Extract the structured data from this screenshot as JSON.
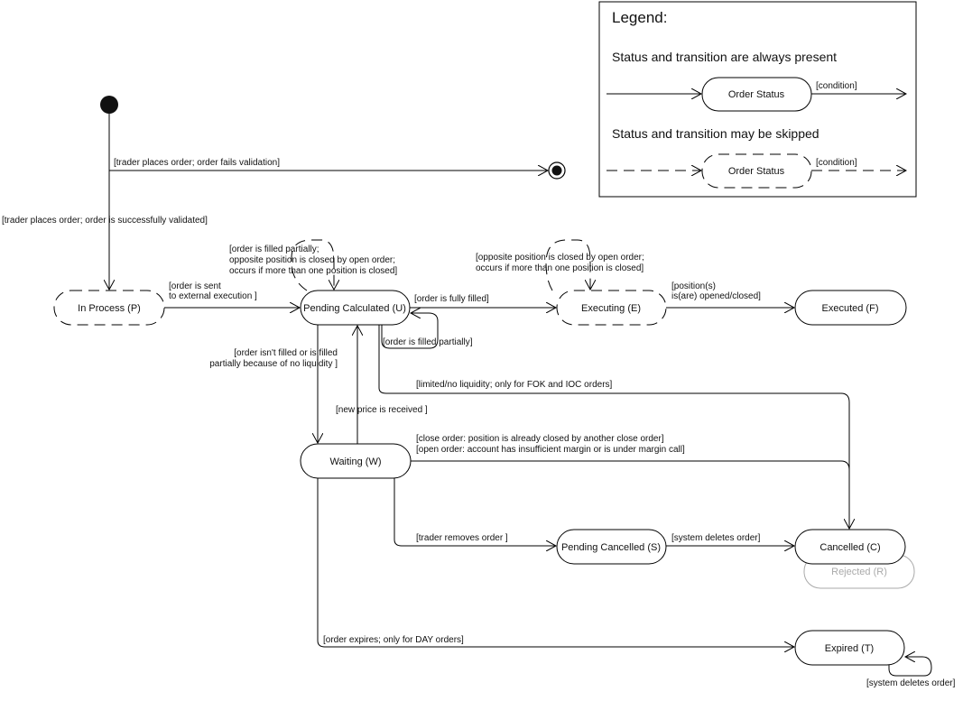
{
  "legend": {
    "title": "Legend:",
    "always_present": "Status and transition are always present",
    "may_be_skipped": "Status and transition may be skipped",
    "order_status": "Order Status",
    "condition": "[condition]"
  },
  "states": {
    "in_process": "In Process (P)",
    "pending_calculated": "Pending Calculated (U)",
    "executing": "Executing (E)",
    "executed": "Executed (F)",
    "waiting": "Waiting (W)",
    "pending_cancelled": "Pending Cancelled (S)",
    "cancelled": "Cancelled (C)",
    "rejected": "Rejected (R)",
    "expired": "Expired  (T)"
  },
  "transitions": {
    "fails_validation": "[trader places order; order fails validation]",
    "validated": "[trader places order; order is successfully validated]",
    "sent_external_1": "[order is sent",
    "sent_external_2": "to external execution ]",
    "filled_partially_self_1": "[order is filled partially;",
    "filled_partially_self_2": "opposite position is closed by open order;",
    "filled_partially_self_3": "occurs if more than one position is closed]",
    "fully_filled": "[order is fully filled]",
    "filled_partially": "[order is filled partially]",
    "exec_self_1": "[opposite position is closed by open order;",
    "exec_self_2": "occurs if more than one position is closed]",
    "positions_1": "[position(s)",
    "positions_2": "is(are) opened/closed]",
    "not_filled_1": "[order isn't filled or is filled",
    "not_filled_2": "partially because of no liquidity ]",
    "limited_liquidity": "[limited/no liquidity; only for FOK and IOC orders]",
    "new_price": "[new price is received ]",
    "close_order": "[close order: position is already closed by another close order]",
    "open_order": "[open order: account has insufficient margin or is under margin call]",
    "trader_removes": "[trader removes order ]",
    "system_deletes": "[system deletes order]",
    "expires": "[order expires; only for DAY orders]",
    "system_deletes_expired": "[system deletes order]"
  }
}
